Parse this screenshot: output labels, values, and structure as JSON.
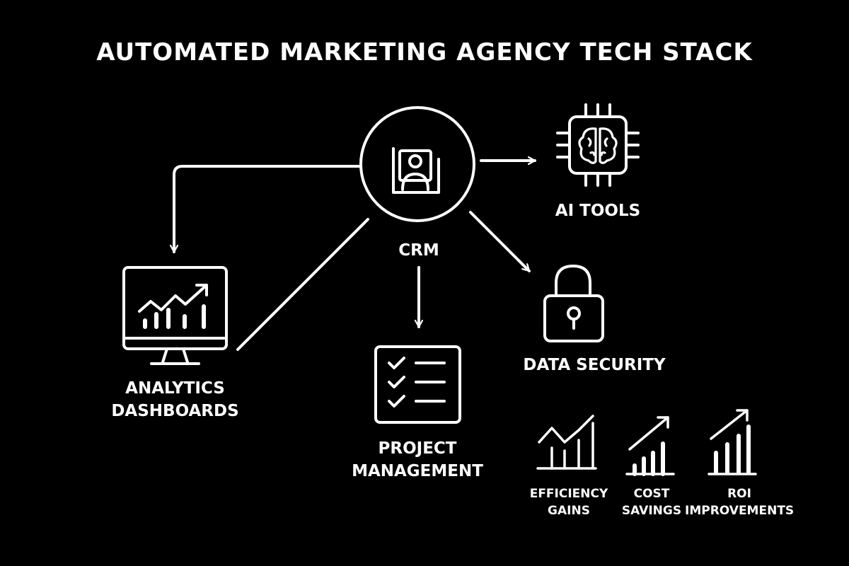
{
  "title": "AUTOMATED MARKETING AGENCY TECH STACK",
  "nodes": {
    "crm": "CRM",
    "ai_tools": "AI TOOLS",
    "data_security": "DATA SECURITY",
    "analytics": [
      "ANALYTICS",
      "DASHBOARDS"
    ],
    "project": [
      "PROJECT",
      "MANAGEMENT"
    ]
  },
  "benefits": [
    [
      "EFFICIENCY",
      "GAINS"
    ],
    [
      "COST",
      "SAVINGS"
    ],
    [
      "ROI",
      "IMPROVEMENTS"
    ]
  ],
  "colors": {
    "background": "#000000",
    "foreground": "#ffffff"
  }
}
